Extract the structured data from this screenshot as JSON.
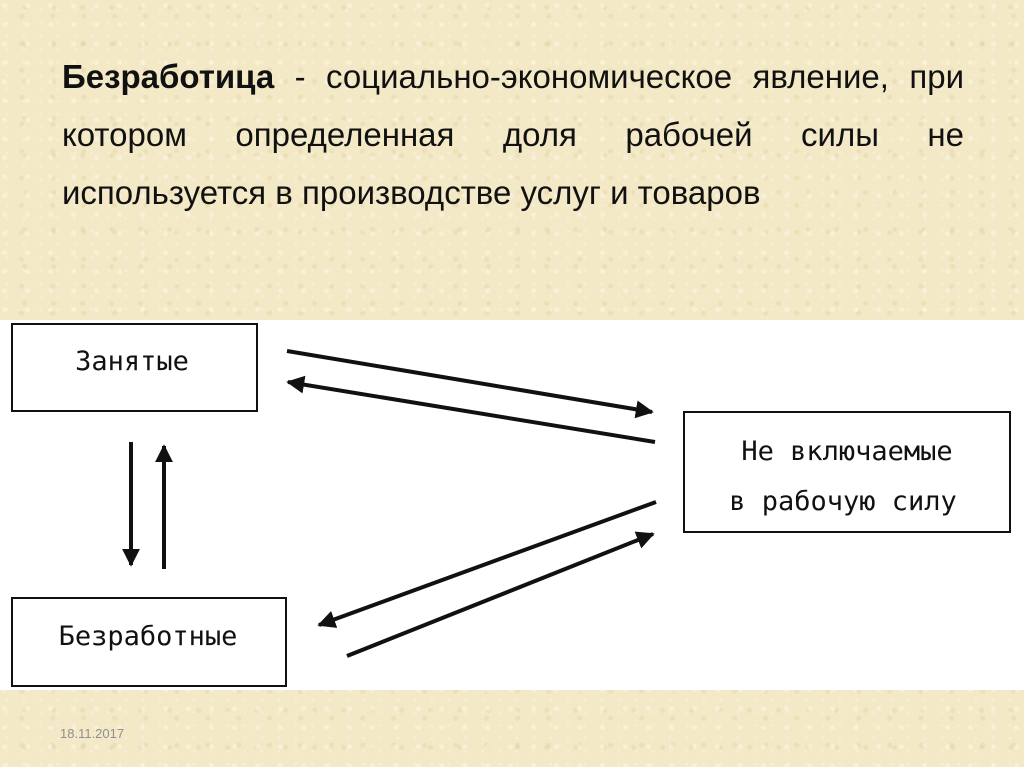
{
  "slide": {
    "term": "Безработица",
    "definition_rest": " - социально-экономическое явление, при котором определенная доля рабочей силы не используется в производстве услуг и товаров",
    "date": "18.11.2017"
  },
  "diagram": {
    "nodes": {
      "employed": "Занятые",
      "unemployed": "Безработные",
      "not_in_labor_force_line1": "Не включаемые",
      "not_in_labor_force_line2": "в рабочую силу"
    }
  }
}
